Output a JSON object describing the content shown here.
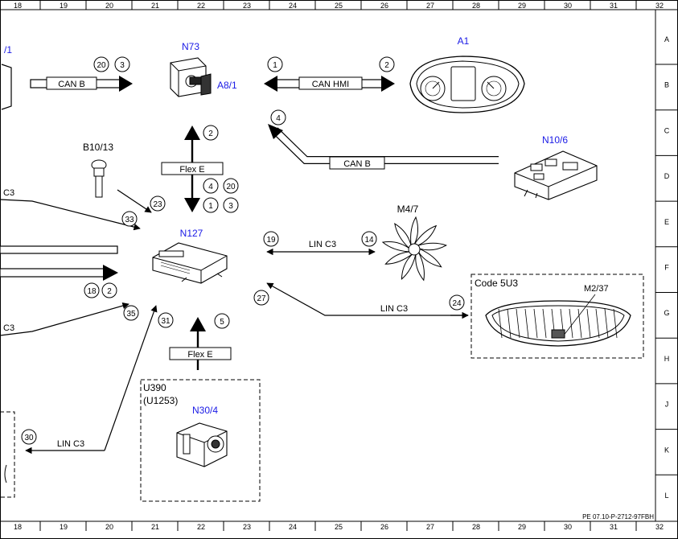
{
  "grid": {
    "columns": [
      "18",
      "19",
      "20",
      "21",
      "22",
      "23",
      "24",
      "25",
      "26",
      "27",
      "28",
      "29",
      "30",
      "31",
      "32"
    ],
    "rows": [
      "A",
      "B",
      "C",
      "D",
      "E",
      "F",
      "G",
      "H",
      "J",
      "K",
      "L"
    ]
  },
  "components": {
    "v1_partial": "/1",
    "n73": "N73",
    "a8_1": "A8/1",
    "a1": "A1",
    "b10_13": "B10/13",
    "n10_6": "N10/6",
    "m4_7": "M4/7",
    "n127": "N127",
    "code_5u3": "Code 5U3",
    "m2_37": "M2/37",
    "u390": "U390",
    "u1253": "(U1253)",
    "n30_4": "N30/4",
    "c3_top": "C3",
    "c3_bottom": "C3"
  },
  "bus_labels": {
    "can_b_top": "CAN B",
    "can_hmi": "CAN HMI",
    "can_b_right": "CAN B",
    "flex_e_top": "Flex E",
    "flex_e_bottom": "Flex E",
    "lin_c3_m47": "LIN C3",
    "lin_c3_code5u3": "LIN C3",
    "lin_c3_left": "LIN C3"
  },
  "numbers": {
    "n20_canb": "20",
    "n3_canb": "3",
    "n1_hmi": "1",
    "n2_hmi": "2",
    "n4_canb": "4",
    "n2_flex": "2",
    "n4_flex": "4",
    "n20_flex": "20",
    "n1_flex": "1",
    "n3_flex": "3",
    "n23": "23",
    "n33": "33",
    "n19": "19",
    "n14": "14",
    "n18": "18",
    "n2_left": "2",
    "n27": "27",
    "n24": "24",
    "n35": "35",
    "n31": "31",
    "n5": "5",
    "n30": "30"
  },
  "footer_code": "PE 07.10-P-2712-97FBH"
}
